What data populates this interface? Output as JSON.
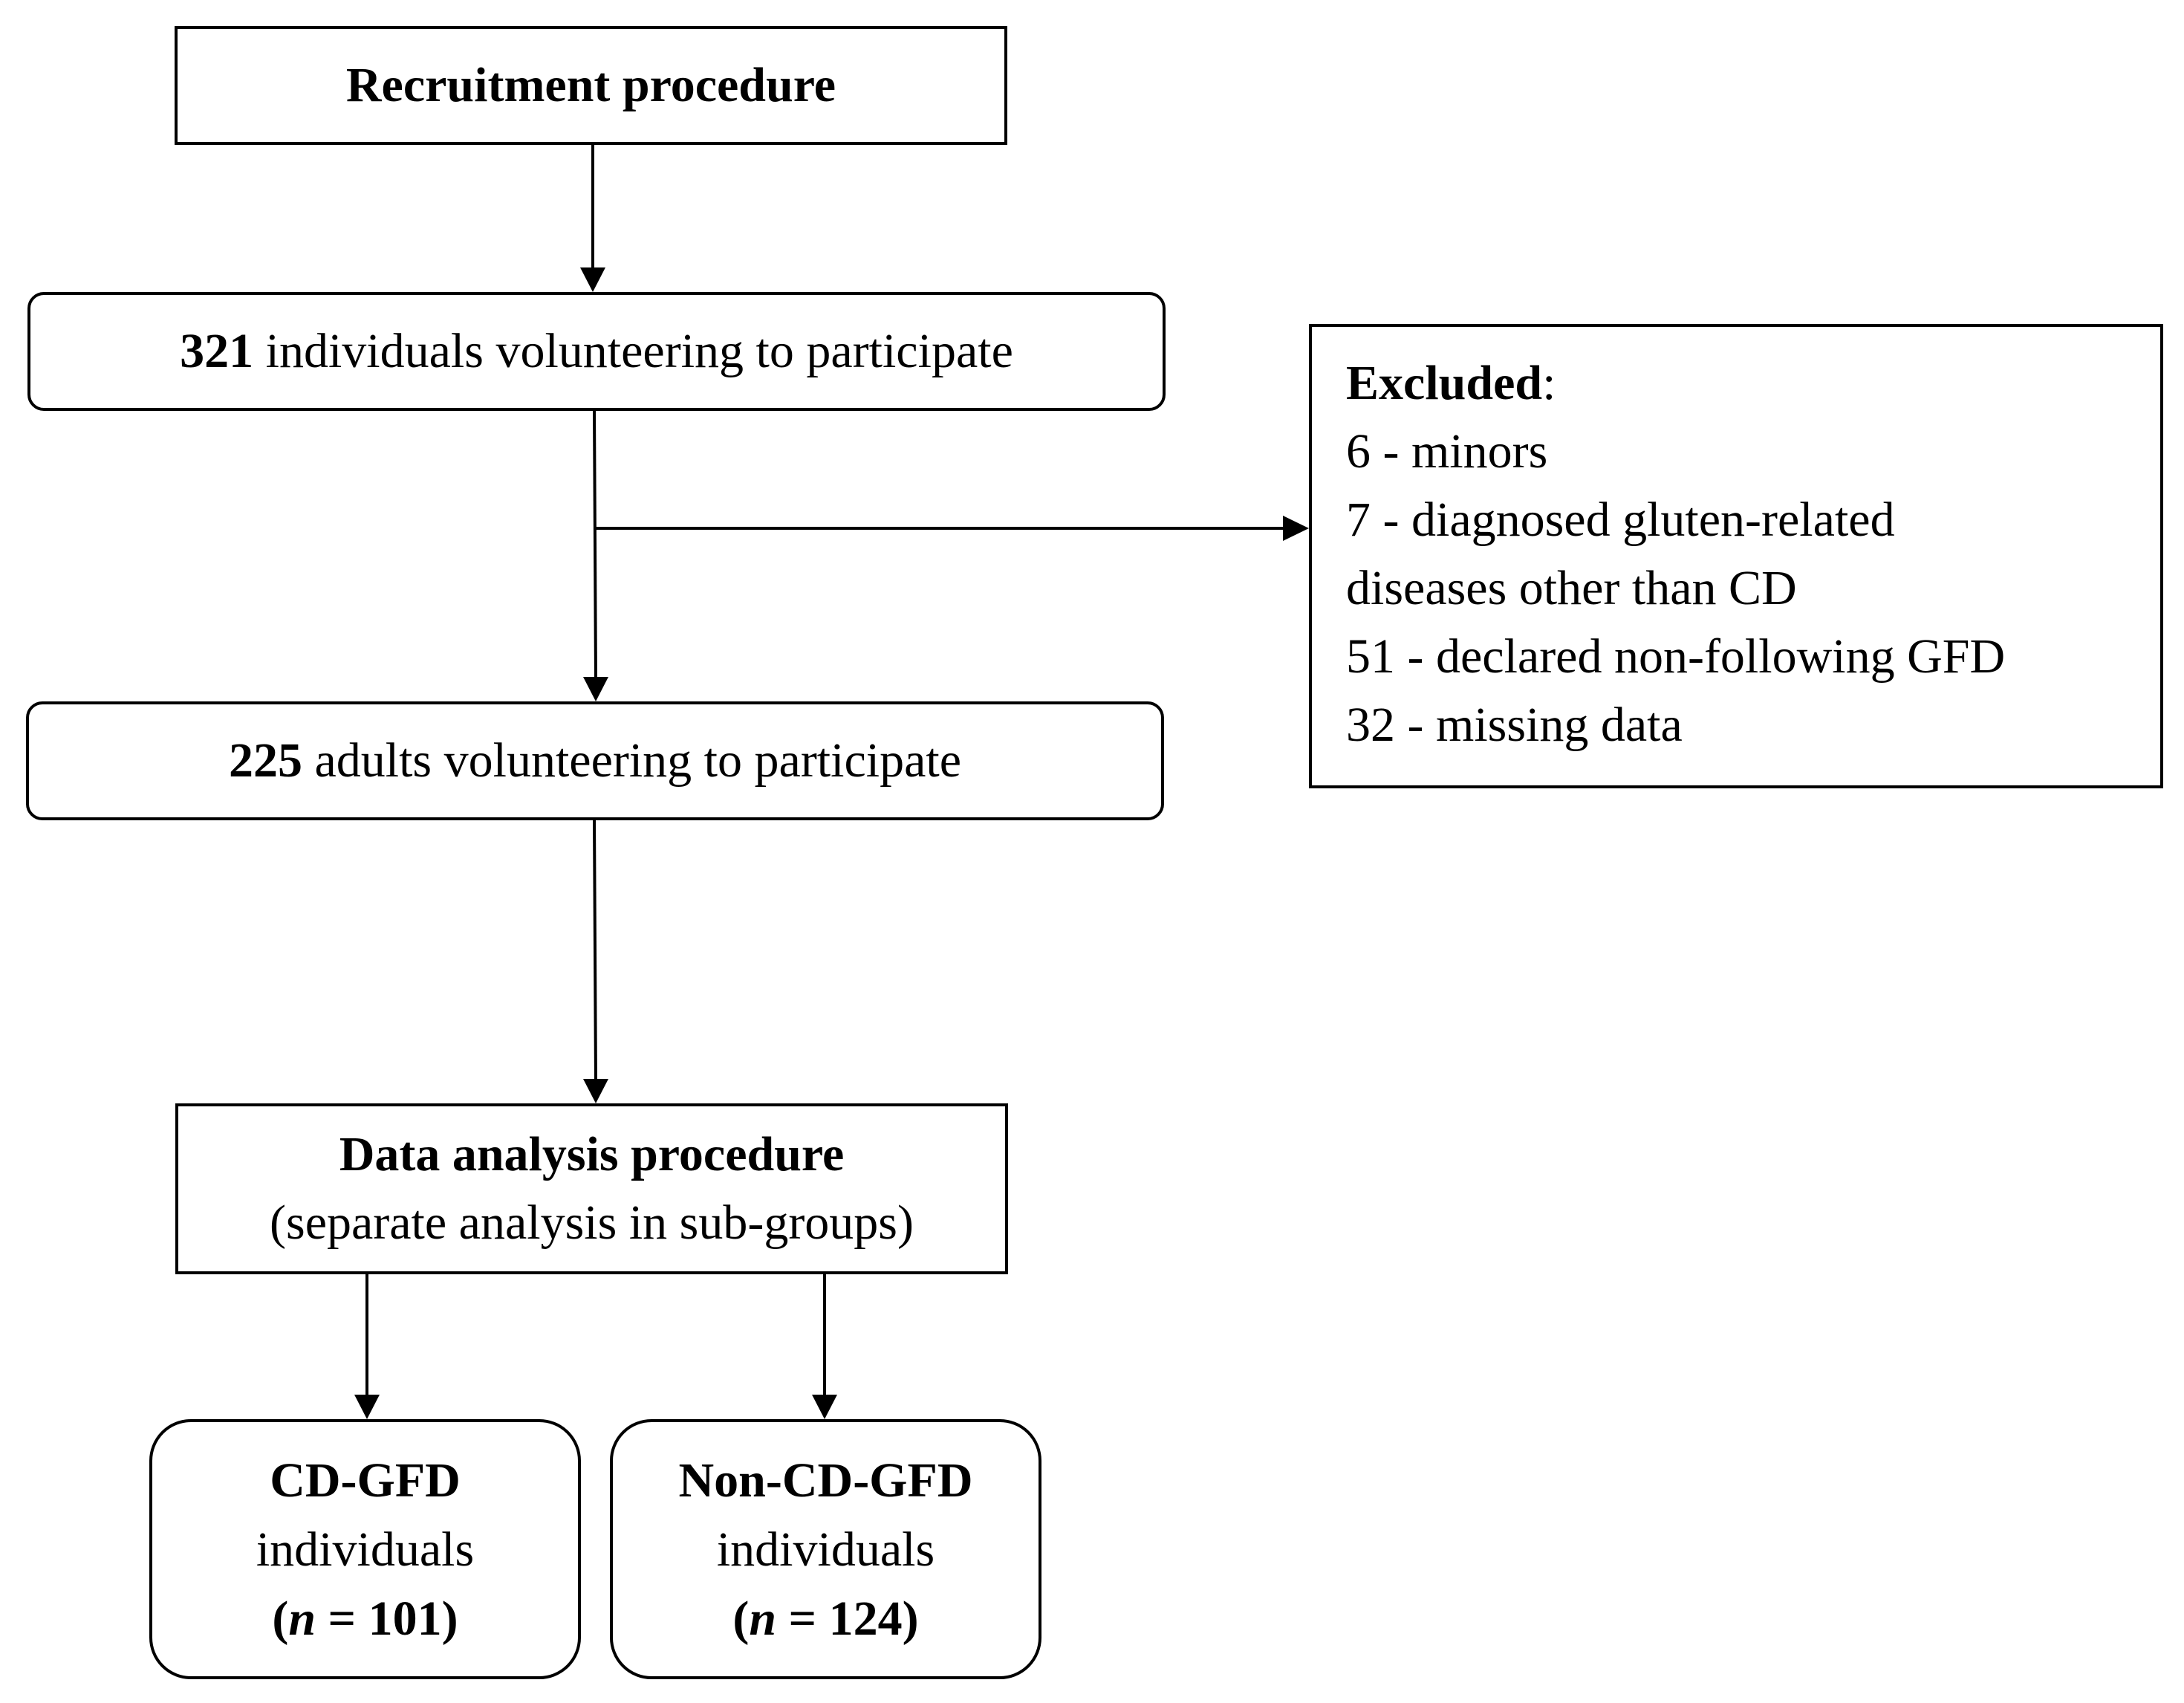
{
  "recruitment": {
    "title": "Recruitment procedure"
  },
  "volunteers": {
    "count": "321",
    "text": " individuals volunteering to participate"
  },
  "adults": {
    "count": "225",
    "text": " adults volunteering to participate"
  },
  "excluded": {
    "heading": "Excluded",
    "colon": ":",
    "items": [
      "6 - minors",
      "7 - diagnosed gluten-related",
      "diseases other than CD",
      "51 - declared non-following GFD",
      "32 - missing data"
    ]
  },
  "analysis": {
    "title": "Data analysis procedure",
    "subtitle": "(separate analysis in sub-groups)"
  },
  "groups": [
    {
      "name": "CD-GFD",
      "label": "individuals",
      "n_symbol": "n",
      "n_text": " = 101",
      "open": "(",
      "close": ")"
    },
    {
      "name": "Non-CD-GFD",
      "label": "individuals",
      "n_symbol": "n",
      "n_text": " = 124",
      "open": "(",
      "close": ")"
    }
  ]
}
